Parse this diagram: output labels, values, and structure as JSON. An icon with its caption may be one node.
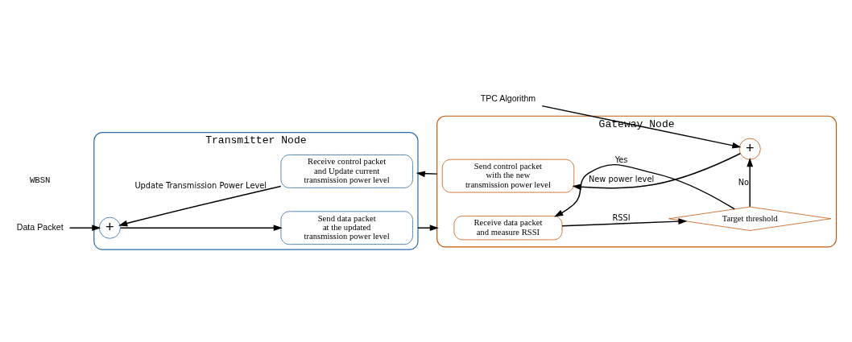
{
  "diagram": {
    "nodes": [
      {
        "text": [
          "Transmitter Node"
        ]
      },
      {
        "text": [
          "Gateway Node"
        ]
      },
      {
        "text": [
          "Data Packet"
        ]
      },
      {
        "text": [
          "+"
        ],
        "in": 0
      },
      {
        "text": [
          "Send data packet at the updated transmission power level"
        ],
        "in": 0
      },
      {
        "text": [
          "Receive control packet and Update current transmission power level"
        ],
        "in": 0
      },
      {
        "text": [
          "Receive data packet and measure RSSI"
        ],
        "in": 1
      },
      {
        "text": [
          "Target threshold"
        ],
        "in": 1
      },
      {
        "text": [
          "+"
        ],
        "in": 1
      },
      {
        "text": [
          "Send control packet with the new transmission power level"
        ],
        "in": 1
      },
      {
        "text": [
          "TPC Algorithm"
        ]
      }
    ],
    "edges": [
      {
        "from": 2,
        "to": 3,
        "arrow": "to"
      },
      {
        "from": 3,
        "to": 4,
        "arrow": "to"
      },
      {
        "from": 0,
        "to": 1,
        "arrow": "to"
      },
      {
        "from": 6,
        "to": 7,
        "arrow": "to",
        "label": "RSSI"
      },
      {
        "from": 7,
        "to": 6,
        "arrow": "to",
        "label": "Yes"
      },
      {
        "from": 7,
        "to": 8,
        "arrow": "to",
        "label": "No"
      },
      {
        "from": 10,
        "to": 8,
        "arrow": "to"
      },
      {
        "from": 8,
        "to": 9,
        "arrow": "to",
        "label": "New power level"
      },
      {
        "from": 1,
        "to": 0,
        "arrow": "to"
      },
      {
        "from": 5,
        "to": 3,
        "arrow": "to",
        "label": "Update Transmission Power Level"
      }
    ],
    "labels": [
      "WBSN"
    ]
  }
}
